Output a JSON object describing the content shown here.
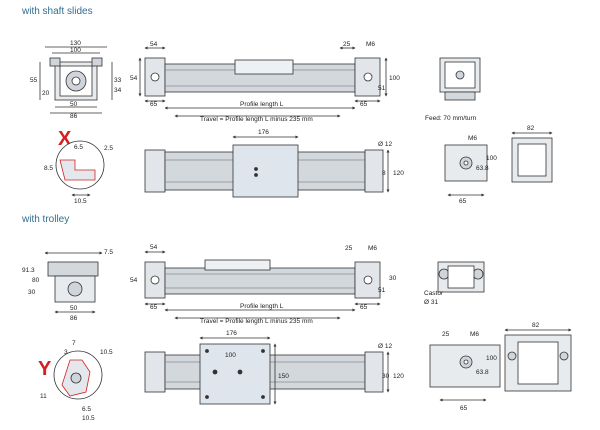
{
  "sections": {
    "shaft": {
      "title": "with shaft slides"
    },
    "trolley": {
      "title": "with trolley"
    }
  },
  "labels": {
    "detail_x": "X",
    "detail_y": "Y",
    "profile_length": "Profile length L",
    "travel": "Travel = Profile length L minus 235 mm",
    "feed": "Feed: 70 mm/turn",
    "castor": "Castor",
    "castor_dia": "Ø 31",
    "pin_dia": "Ø 12",
    "hole": "M6"
  },
  "dims": {
    "d130": "130",
    "d100": "100",
    "d50": "50",
    "d86": "86",
    "d55": "55",
    "d20": "20",
    "d33": "33",
    "d34": "34",
    "d54": "54",
    "d65": "65",
    "d25": "25",
    "d51": "51",
    "d176": "176",
    "d8": "8",
    "d120": "120",
    "d6_5": "6.5",
    "d2_5": "2.5",
    "d8_5": "8.5",
    "d10_5": "10.5",
    "d63_8": "63.8",
    "d82": "82",
    "d7_5": "7.5",
    "d30": "30",
    "d91_3": "91.3",
    "d80": "80",
    "d7": "7",
    "d3": "3",
    "d11": "11",
    "d150": "150"
  },
  "colors": {
    "accent": "#d42020",
    "title": "#2f6f8f",
    "line": "#333333",
    "steel": "#c8cdd3",
    "plate": "#dfe5ec"
  }
}
